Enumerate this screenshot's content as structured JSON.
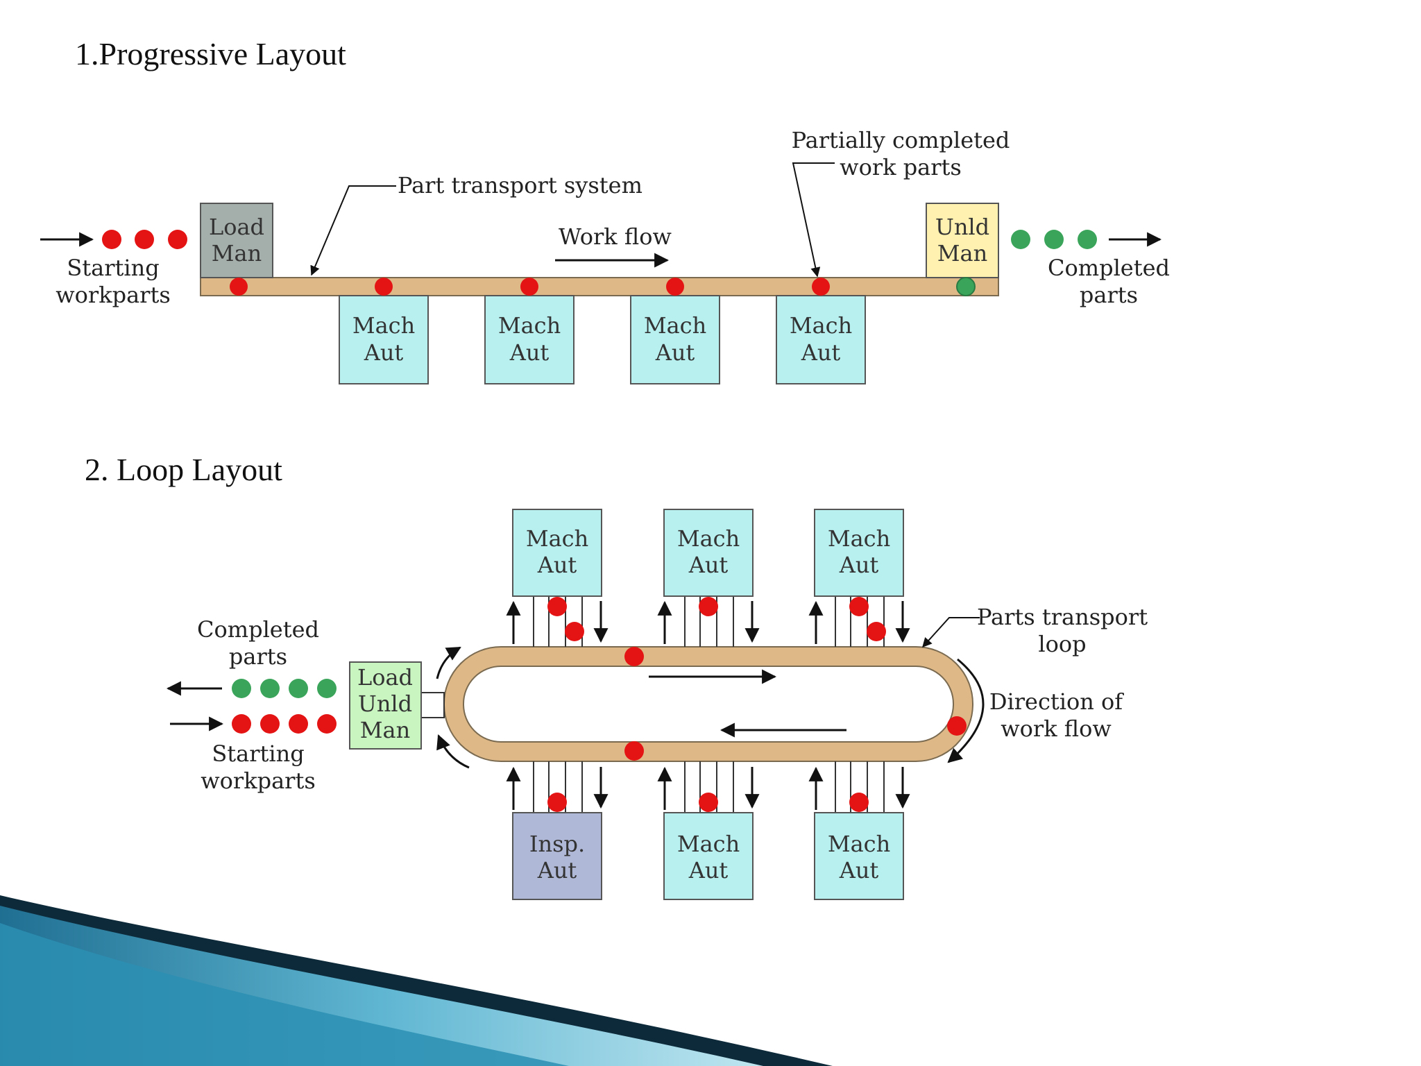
{
  "slide": {
    "title_progressive": "1.Progressive Layout",
    "title_loop": "2. Loop Layout"
  },
  "colors": {
    "conveyor": "#deb887",
    "machine": "#b8f0f0",
    "load_man": "#a4aeaa",
    "unload_man": "#fff2b0",
    "load_unload": "#c8f5c0",
    "inspection": "#b0b8d8",
    "raw_part": "#e41414",
    "finished_part": "#3aa55a",
    "accent_dark": "#0d2a3a",
    "accent_blue": "#2b8fb3"
  },
  "progressive": {
    "load_station": {
      "line1": "Load",
      "line2": "Man"
    },
    "unload_station": {
      "line1": "Unld",
      "line2": "Man"
    },
    "machines": [
      {
        "line1": "Mach",
        "line2": "Aut"
      },
      {
        "line1": "Mach",
        "line2": "Aut"
      },
      {
        "line1": "Mach",
        "line2": "Aut"
      },
      {
        "line1": "Mach",
        "line2": "Aut"
      }
    ],
    "starting_label": {
      "line1": "Starting",
      "line2": "workparts"
    },
    "completed_label": {
      "line1": "Completed",
      "line2": "parts"
    },
    "transport_label": "Part transport system",
    "workflow_label": "Work flow",
    "partial_label": {
      "line1": "Partially completed",
      "line2": "work parts"
    }
  },
  "loop": {
    "machines_top": [
      {
        "line1": "Mach",
        "line2": "Aut"
      },
      {
        "line1": "Mach",
        "line2": "Aut"
      },
      {
        "line1": "Mach",
        "line2": "Aut"
      }
    ],
    "machines_bottom": [
      {
        "line1": "Insp.",
        "line2": "Aut"
      },
      {
        "line1": "Mach",
        "line2": "Aut"
      },
      {
        "line1": "Mach",
        "line2": "Aut"
      }
    ],
    "load_unload_station": {
      "line1": "Load",
      "line2": "Unld",
      "line3": "Man"
    },
    "completed_label": {
      "line1": "Completed",
      "line2": "parts"
    },
    "starting_label": {
      "line1": "Starting",
      "line2": "workparts"
    },
    "loop_label": {
      "line1": "Parts transport",
      "line2": "loop"
    },
    "direction_label": {
      "line1": "Direction of",
      "line2": "work flow"
    }
  }
}
